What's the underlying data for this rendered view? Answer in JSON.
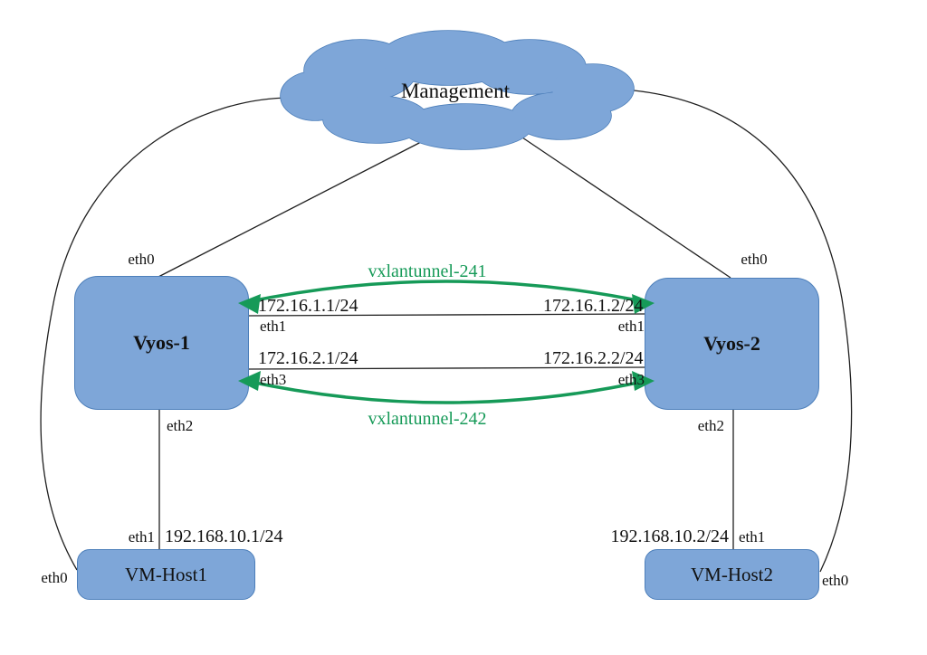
{
  "colors": {
    "node_fill": "#7ea6d8",
    "node_border": "#4d7fba",
    "tunnel_green": "#169a58",
    "line_color": "#1f1f1f",
    "text_color": "#111111",
    "bg": "#ffffff"
  },
  "cloud": {
    "label": "Management"
  },
  "routers": {
    "vyos1": {
      "label": "Vyos-1",
      "eth0": "eth0",
      "eth1": "eth1",
      "eth2": "eth2",
      "eth3": "eth3",
      "eth1_ip": "172.16.1.1/24",
      "eth3_ip": "172.16.2.1/24"
    },
    "vyos2": {
      "label": "Vyos-2",
      "eth0": "eth0",
      "eth1": "eth1",
      "eth2": "eth2",
      "eth3": "eth3",
      "eth1_ip": "172.16.1.2/24",
      "eth3_ip": "172.16.2.2/24"
    }
  },
  "hosts": {
    "vmhost1": {
      "label": "VM-Host1",
      "eth0": "eth0",
      "eth1": "eth1",
      "eth1_ip": "192.168.10.1/24"
    },
    "vmhost2": {
      "label": "VM-Host2",
      "eth0": "eth0",
      "eth1": "eth1",
      "eth1_ip": "192.168.10.2/24"
    }
  },
  "tunnels": {
    "t241": {
      "label": "vxlantunnel-241"
    },
    "t242": {
      "label": "vxlantunnel-242"
    }
  }
}
